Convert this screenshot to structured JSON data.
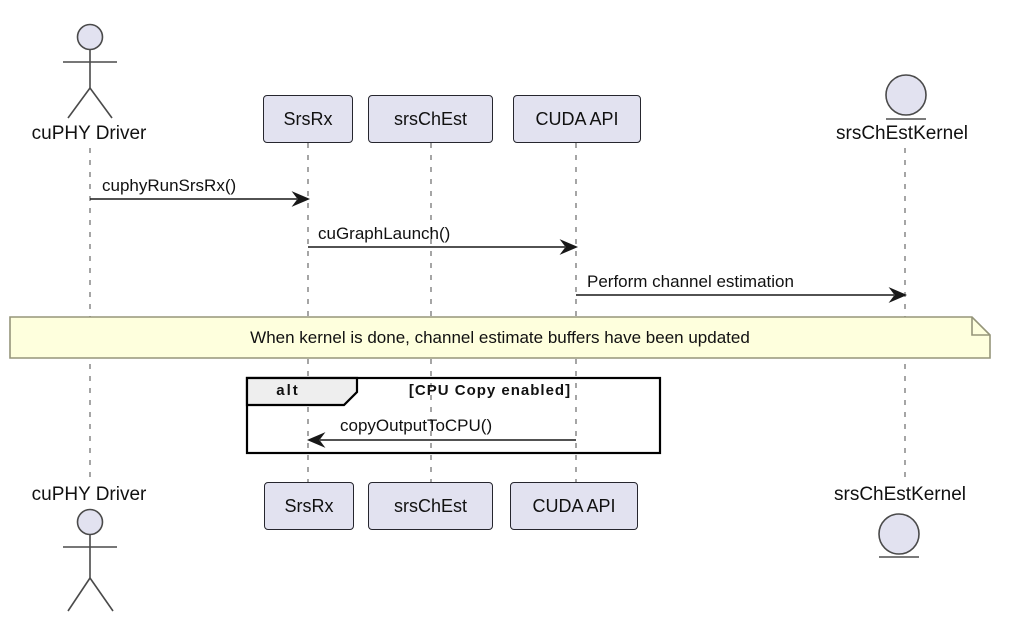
{
  "diagram_type": "uml-sequence-diagram",
  "participants": [
    {
      "id": "cuphy-driver",
      "label": "cuPHY Driver",
      "kind": "actor",
      "icon": "stick-figure-icon"
    },
    {
      "id": "srsrx",
      "label": "SrsRx",
      "kind": "participant",
      "icon": "box"
    },
    {
      "id": "srschest",
      "label": "srsChEst",
      "kind": "participant",
      "icon": "box"
    },
    {
      "id": "cuda-api",
      "label": "CUDA API",
      "kind": "participant",
      "icon": "box"
    },
    {
      "id": "srschestkernel",
      "label": "srsChEstKernel",
      "kind": "entity",
      "icon": "circle-underline-icon"
    }
  ],
  "messages": [
    {
      "label": "cuphyRunSrsRx()",
      "from": "cuPHY Driver",
      "to": "SrsRx",
      "direction": "right"
    },
    {
      "label": "cuGraphLaunch()",
      "from": "SrsRx",
      "to": "CUDA API",
      "direction": "right"
    },
    {
      "label": "Perform channel estimation",
      "from": "CUDA API",
      "to": "srsChEstKernel",
      "direction": "right"
    },
    {
      "label": "copyOutputToCPU()",
      "from": "CUDA API",
      "to": "SrsRx",
      "direction": "left"
    }
  ],
  "note": {
    "text": "When kernel is done, channel estimate buffers have been updated"
  },
  "alt_frame": {
    "operator": "alt",
    "guard": "[CPU Copy enabled]"
  },
  "colors": {
    "background": "#FFFFFF",
    "participant_fill": "#E2E2F0",
    "participant_border": "#26262E",
    "actor_fill": "#E2E2F0",
    "lifeline": "#8F8F8F",
    "arrow": "#181818",
    "note_fill": "#FEFFDD",
    "note_border": "#95957A",
    "frame_border": "#000000",
    "frame_tab_fill": "#EEEEEE",
    "text": "#111111"
  }
}
